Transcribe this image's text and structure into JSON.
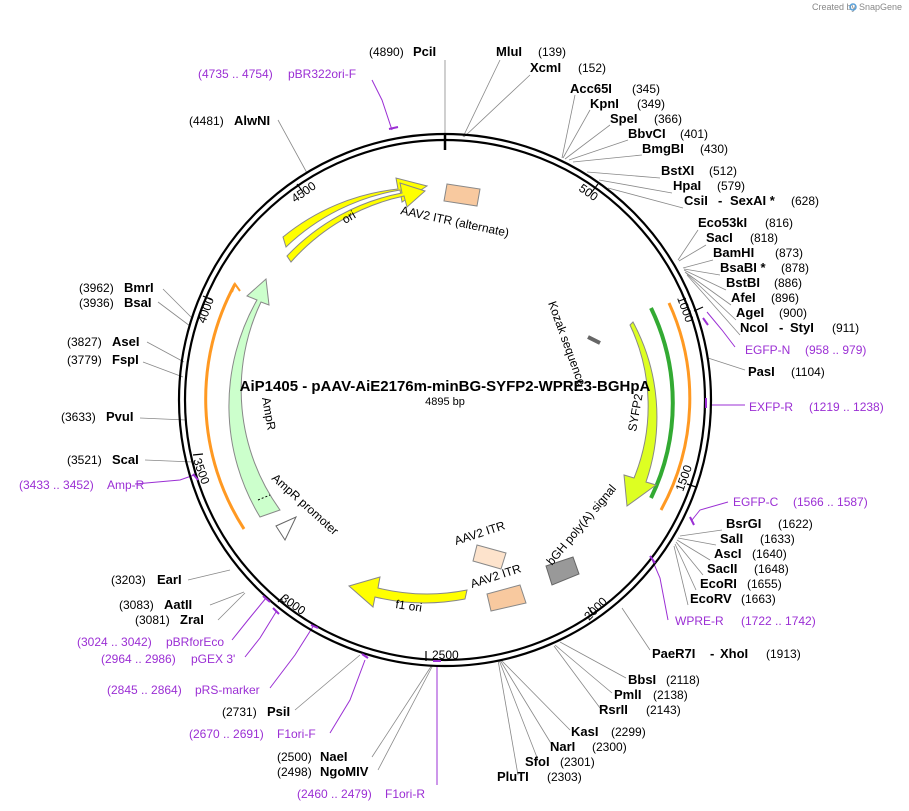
{
  "credit": {
    "prefix": "Created by",
    "brand": "SnapGene"
  },
  "title": "AiP1405 - pAAV-AiE2176m-minBG-SYFP2-WPRE3-BGHpA",
  "length_label": "4895 bp",
  "ticks": [
    "500",
    "1000",
    "1500",
    "2000",
    "2500",
    "3000",
    "3500",
    "4000",
    "4500"
  ],
  "features": [
    {
      "label": "ori"
    },
    {
      "label": "AAV2 ITR (alternate)"
    },
    {
      "label": "Kozak sequence"
    },
    {
      "label": "SYFP2"
    },
    {
      "label": "bGH poly(A) signal"
    },
    {
      "label": "AAV2 ITR"
    },
    {
      "label": "AAV2 ITR"
    },
    {
      "label": "f1 ori"
    },
    {
      "label": "AmpR promoter"
    },
    {
      "label": "AmpR"
    }
  ],
  "sites": [
    {
      "name": "PciI",
      "pos": "(4890)"
    },
    {
      "name": "MluI",
      "pos": "(139)"
    },
    {
      "name": "XcmI",
      "pos": "(152)"
    },
    {
      "name": "Acc65I",
      "pos": "(345)"
    },
    {
      "name": "KpnI",
      "pos": "(349)"
    },
    {
      "name": "SpeI",
      "pos": "(366)"
    },
    {
      "name": "BbvCI",
      "pos": "(401)"
    },
    {
      "name": "BmgBI",
      "pos": "(430)"
    },
    {
      "name": "BstXI",
      "pos": "(512)"
    },
    {
      "name": "HpaI",
      "pos": "(579)"
    },
    {
      "name": "CsiI",
      "sep": "-",
      "name2": "SexAI *",
      "pos": "(628)"
    },
    {
      "name": "Eco53kI",
      "pos": "(816)"
    },
    {
      "name": "SacI",
      "pos": "(818)"
    },
    {
      "name": "BamHI",
      "pos": "(873)"
    },
    {
      "name": "BsaBI *",
      "pos": "(878)"
    },
    {
      "name": "BstBI",
      "pos": "(886)"
    },
    {
      "name": "AfeI",
      "pos": "(896)"
    },
    {
      "name": "AgeI",
      "pos": "(900)"
    },
    {
      "name": "NcoI",
      "sep": "-",
      "name2": "StyI",
      "pos": "(911)"
    },
    {
      "name": "PasI",
      "pos": "(1104)"
    },
    {
      "name": "BsrGI",
      "pos": "(1622)"
    },
    {
      "name": "SalI",
      "pos": "(1633)"
    },
    {
      "name": "AscI",
      "pos": "(1640)"
    },
    {
      "name": "SacII",
      "pos": "(1648)"
    },
    {
      "name": "EcoRI",
      "pos": "(1655)"
    },
    {
      "name": "EcoRV",
      "pos": "(1663)"
    },
    {
      "name": "PaeR7I",
      "sep": "-",
      "name2": "XhoI",
      "pos": "(1913)"
    },
    {
      "name": "BbsI",
      "pos": "(2118)"
    },
    {
      "name": "PmlI",
      "pos": "(2138)"
    },
    {
      "name": "RsrII",
      "pos": "(2143)"
    },
    {
      "name": "KasI",
      "pos": "(2299)"
    },
    {
      "name": "NarI",
      "pos": "(2300)"
    },
    {
      "name": "SfoI",
      "pos": "(2301)"
    },
    {
      "name": "PluTI",
      "pos": "(2303)"
    },
    {
      "name": "NaeI",
      "pos": "(2500)"
    },
    {
      "name": "NgoMIV",
      "pos": "(2498)"
    },
    {
      "name": "PsiI",
      "pos": "(2731)"
    },
    {
      "name": "ZraI",
      "pos": "(3081)"
    },
    {
      "name": "AatII",
      "pos": "(3083)"
    },
    {
      "name": "EarI",
      "pos": "(3203)"
    },
    {
      "name": "ScaI",
      "pos": "(3521)"
    },
    {
      "name": "PvuI",
      "pos": "(3633)"
    },
    {
      "name": "FspI",
      "pos": "(3779)"
    },
    {
      "name": "AseI",
      "pos": "(3827)"
    },
    {
      "name": "BsaI",
      "pos": "(3936)"
    },
    {
      "name": "BmrI",
      "pos": "(3962)"
    },
    {
      "name": "AlwNI",
      "pos": "(4481)"
    }
  ],
  "primers": [
    {
      "name": "pBR322ori-F",
      "range": "(4735 .. 4754)"
    },
    {
      "name": "EGFP-N",
      "range": "(958 .. 979)"
    },
    {
      "name": "EXFP-R",
      "range": "(1219 .. 1238)"
    },
    {
      "name": "EGFP-C",
      "range": "(1566 .. 1587)"
    },
    {
      "name": "WPRE-R",
      "range": "(1722 .. 1742)"
    },
    {
      "name": "F1ori-R",
      "range": "(2460 .. 2479)"
    },
    {
      "name": "F1ori-F",
      "range": "(2670 .. 2691)"
    },
    {
      "name": "pRS-marker",
      "range": "(2845 .. 2864)"
    },
    {
      "name": "pGEX 3'",
      "range": "(2964 .. 2986)"
    },
    {
      "name": "pBRforEco",
      "range": "(3024 .. 3042)"
    },
    {
      "name": "Amp-R",
      "range": "(3433 .. 3452)"
    }
  ],
  "colors": {
    "ori": "#ffff00",
    "itr": "#f8c99f",
    "itr_alt": "#fde3cc",
    "syfp2": "#ddff22",
    "polyA": "#999999",
    "ampr": "#ccffcc",
    "primer": "#9b2fd4",
    "orange_outline": "#ff9922",
    "green_outline": "#33aa33"
  }
}
